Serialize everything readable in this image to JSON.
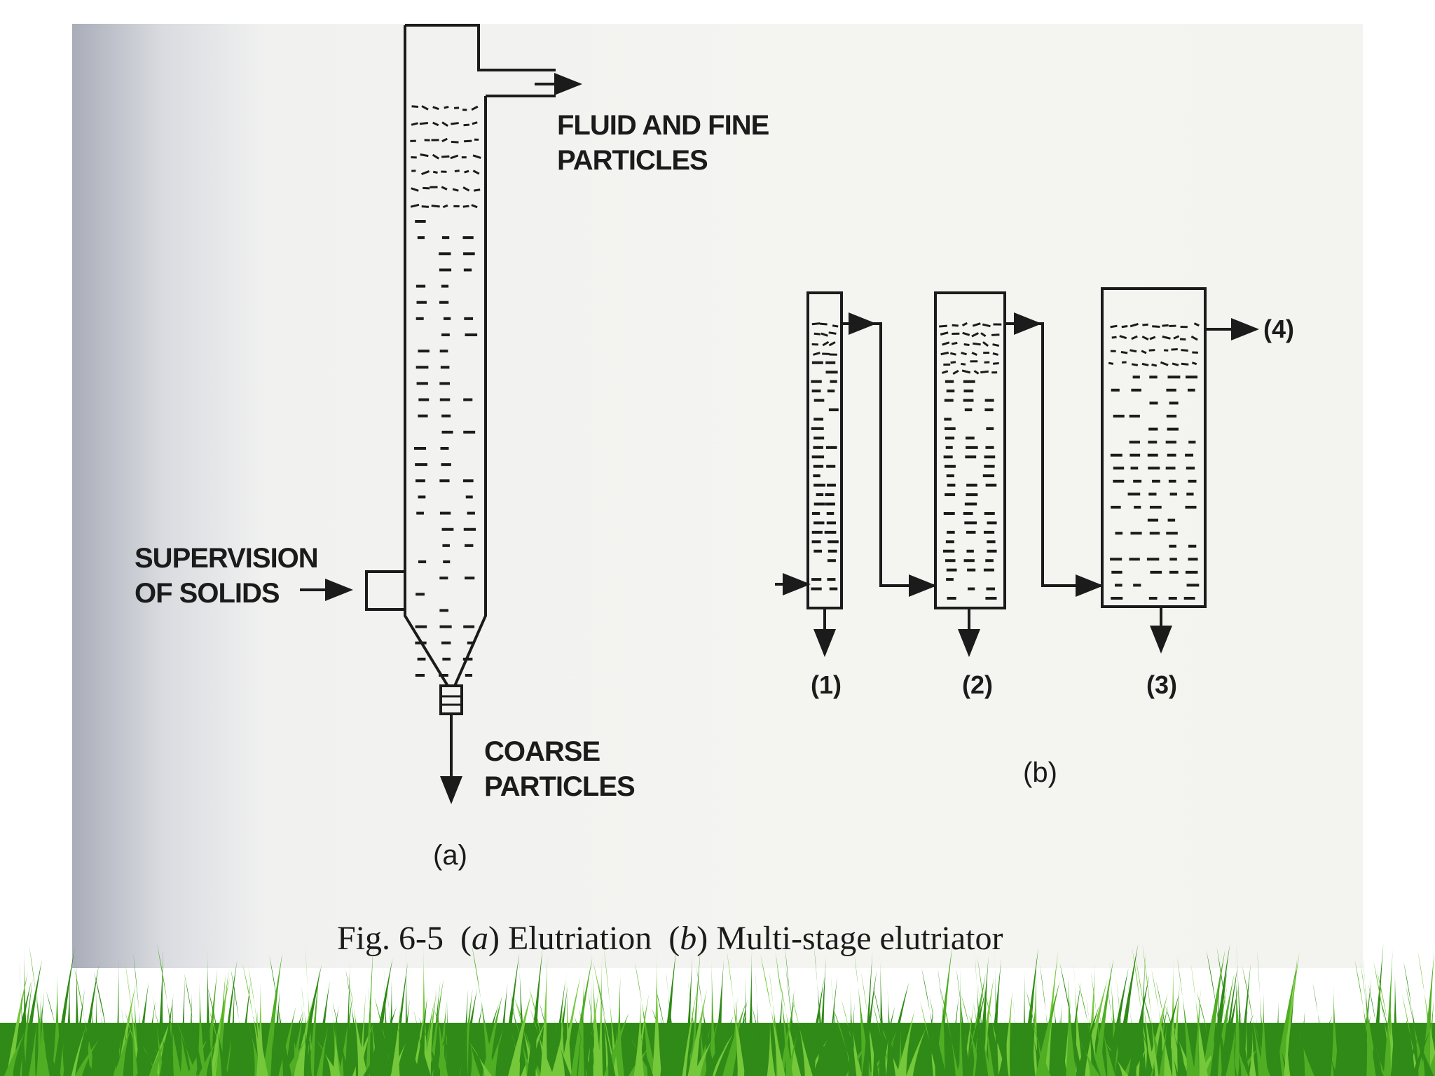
{
  "diagram_a": {
    "outlet_label": "FLUID AND FINE PARTICLES",
    "outlet_label_line1": "FLUID AND FINE",
    "outlet_label_line2": "PARTICLES",
    "inlet_label_line1": "SUPERVISION",
    "inlet_label_line2": "OF SOLIDS",
    "bottom_label_line1": "COARSE",
    "bottom_label_line2": "PARTICLES",
    "sublabel": "(a)"
  },
  "diagram_b": {
    "stages": [
      {
        "label": "(1)"
      },
      {
        "label": "(2)"
      },
      {
        "label": "(3)"
      }
    ],
    "final_outlet_label": "(4)",
    "sublabel": "(b)"
  },
  "caption": {
    "prefix": "Fig. 6-5",
    "part_a_letter": "a",
    "part_a_text": "Elutriation",
    "part_b_letter": "b",
    "part_b_text": "Multi-stage elutriator"
  },
  "colors": {
    "ink": "#1b1b1b",
    "grass_dark": "#2f8a17",
    "grass_light": "#74c83a"
  }
}
